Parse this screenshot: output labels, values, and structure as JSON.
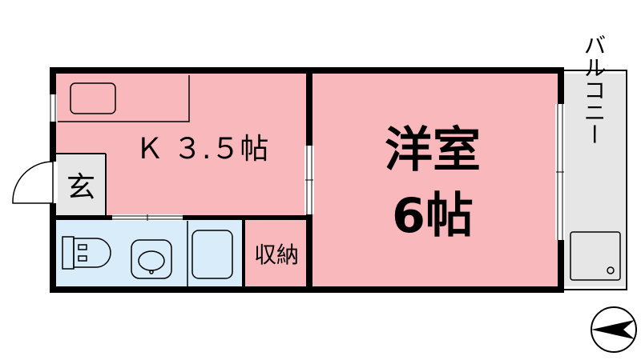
{
  "rooms": {
    "kitchen": {
      "label": "Ｋ ３.５帖"
    },
    "western": {
      "label_line1": "洋室",
      "label_line2": "6帖"
    },
    "entrance": {
      "label": "玄"
    },
    "storage": {
      "label": "収納"
    },
    "balcony": {
      "label": "バルコニー"
    }
  },
  "colors": {
    "room_fill": "#f8b8bc",
    "wet_fill": "#d8ecfa",
    "balcony_fill": "#e6e6e6",
    "wall": "#000000"
  },
  "icons": [
    "door-swing-icon",
    "sink-icon",
    "toilet-icon",
    "washbasin-icon",
    "bathtub-icon",
    "washing-machine-pan-icon",
    "north-arrow-icon"
  ]
}
